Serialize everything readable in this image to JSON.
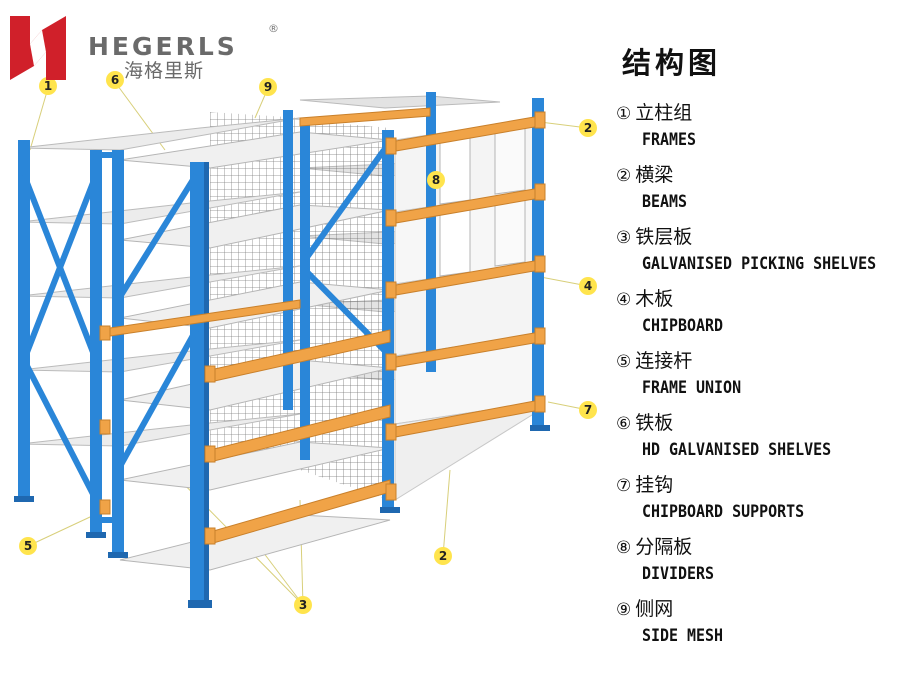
{
  "brand": {
    "name": "HEGERLS",
    "name_cn": "海格里斯",
    "registered": "®",
    "logo_color": "#d0202a"
  },
  "legend": {
    "title": "结构图",
    "items": [
      {
        "num": "①",
        "cn": "立柱组",
        "en": "FRAMES"
      },
      {
        "num": "②",
        "cn": "横梁",
        "en": "BEAMS"
      },
      {
        "num": "③",
        "cn": "铁层板",
        "en": "GALVANISED PICKING SHELVES"
      },
      {
        "num": "④",
        "cn": "木板",
        "en": "CHIPBOARD"
      },
      {
        "num": "⑤",
        "cn": "连接杆",
        "en": "FRAME UNION"
      },
      {
        "num": "⑥",
        "cn": "铁板",
        "en": "HD GALVANISED SHELVES"
      },
      {
        "num": "⑦",
        "cn": "挂钩",
        "en": "CHIPBOARD SUPPORTS"
      },
      {
        "num": "⑧",
        "cn": "分隔板",
        "en": "DIVIDERS"
      },
      {
        "num": "⑨",
        "cn": "侧网",
        "en": "SIDE MESH"
      }
    ]
  },
  "callouts": [
    {
      "label": "1"
    },
    {
      "label": "6"
    },
    {
      "label": "9"
    },
    {
      "label": "2"
    },
    {
      "label": "8"
    },
    {
      "label": "4"
    },
    {
      "label": "7"
    },
    {
      "label": "5"
    },
    {
      "label": "3"
    },
    {
      "label": "2"
    }
  ],
  "colors": {
    "frame": "#2a86d8",
    "frame_dark": "#1f68b0",
    "beam": "#f0a347",
    "beam_dark": "#c9802b",
    "shelf": "#eeeeee",
    "shelf_edge": "#bdbdbd",
    "mesh": "#555555",
    "callout": "#ffe44d"
  }
}
